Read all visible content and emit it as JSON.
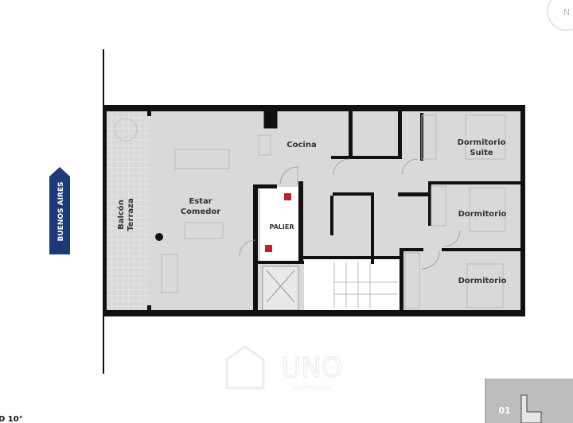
{
  "plan": {
    "north_label": "N",
    "street_label": "BUENOS AIRES",
    "rooms": {
      "balcony_line1": "Balcón",
      "balcony_line2": "Terraza",
      "living_line1": "Estar",
      "living_line2": "Comedor",
      "kitchen": "Cocina",
      "landing": "PALIER",
      "suite_line1": "Dormitorio",
      "suite_line2": "Suite",
      "bedroom2": "Dormitorio",
      "bedroom3": "Dormitorio"
    },
    "corner_text": "D 10°",
    "unit_number": "01"
  },
  "watermark": {
    "brand": "UNO",
    "tagline": "PROPIEDADES"
  },
  "colors": {
    "floor": "#d9d9d9",
    "wall": "#111111",
    "street_badge": "#1c3a7a",
    "fire_icon": "#c0202a"
  }
}
